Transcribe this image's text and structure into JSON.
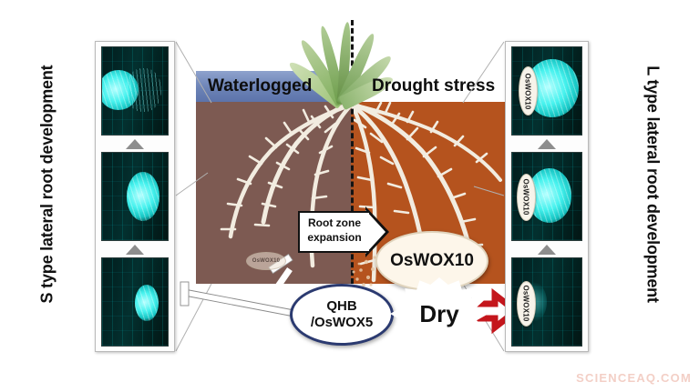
{
  "figure": {
    "watermark": "SCIENCEAQ.COM",
    "left_caption": "S type lateral root development",
    "right_caption": "L type lateral root development"
  },
  "soil": {
    "waterlogged_label": "Waterlogged",
    "drought_label": "Drought stress",
    "waterlogged_color": "#7d5a52",
    "drought_color": "#b5531e",
    "water_band_color": "#6c83b6",
    "divider_style": "dashed"
  },
  "annotations": {
    "root_zone_expansion": "Root zone\nexpansion",
    "root_zone_expansion_line1": "Root zone",
    "root_zone_expansion_line2": "expansion",
    "oswox10": "OsWOX10",
    "qhb_line1": "QHB",
    "qhb_line2": "/OsWOX5",
    "dry": "Dry",
    "faded_oswox10": "OsWOX10"
  },
  "left_panel": {
    "photos": [
      {
        "name": "s-type-stage-3",
        "label": ""
      },
      {
        "name": "s-type-stage-2",
        "label": ""
      },
      {
        "name": "s-type-stage-1",
        "label": ""
      }
    ]
  },
  "right_panel": {
    "photos": [
      {
        "name": "l-type-stage-3",
        "label": "OsWOX10"
      },
      {
        "name": "l-type-stage-2",
        "label": "OsWOX10"
      },
      {
        "name": "l-type-stage-1",
        "label": "OsWOX10"
      }
    ]
  },
  "colors": {
    "arrow_red": "#c4161c",
    "node_border_blue": "#2b3a70",
    "arrow_gray": "#8d8d8d",
    "leaf_green": "#6f9a3e",
    "root_white": "#f2ece0"
  }
}
